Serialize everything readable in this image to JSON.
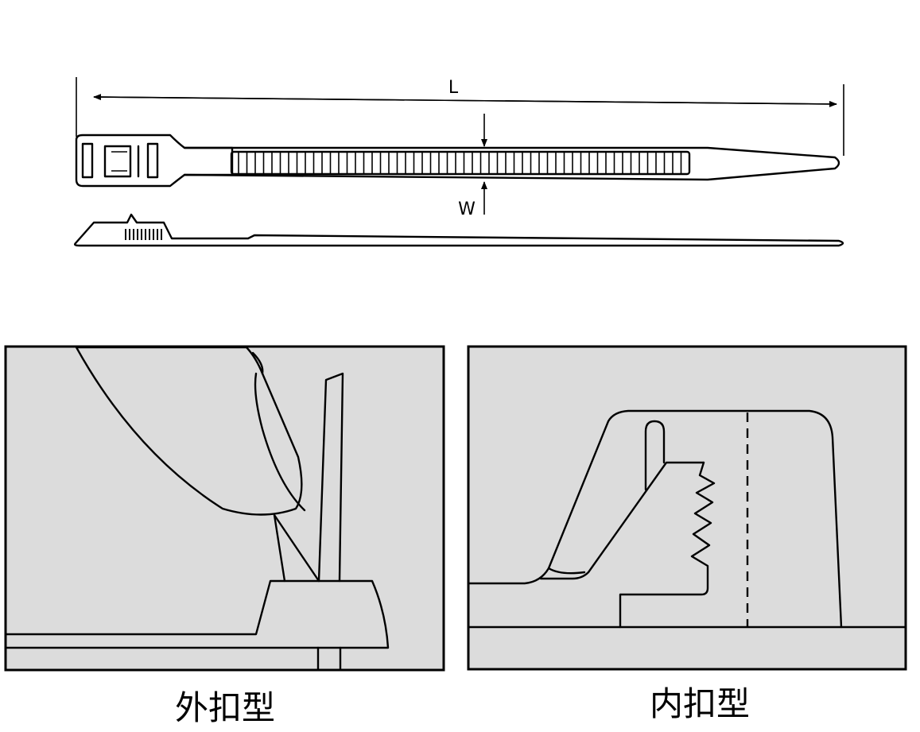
{
  "dimensions": {
    "length_label": "L",
    "width_label": "W"
  },
  "panels": {
    "left_caption": "外扣型",
    "right_caption": "内扣型"
  },
  "colors": {
    "line": "#000000",
    "panel_fill": "#dcdcdc",
    "background": "#ffffff"
  }
}
